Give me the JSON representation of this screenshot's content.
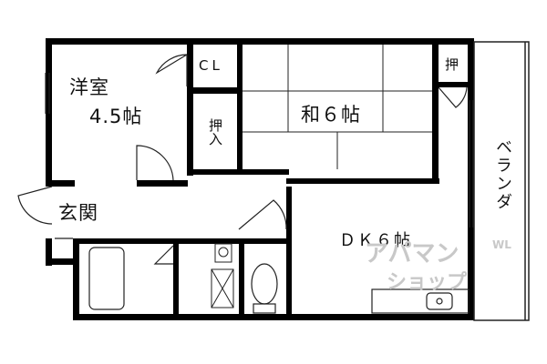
{
  "rooms": {
    "western_room": {
      "name": "洋室",
      "size": "4.5帖"
    },
    "closet_cl": "CL",
    "oshiire_left": "押入",
    "oshiire_small": "押",
    "japanese_room": "和６帖",
    "entrance": "玄関",
    "dining_kitchen": "ＤＫ６帖",
    "balcony": "ベランダ"
  },
  "watermark": {
    "main_top": "アパマン",
    "main_bottom": "ショップ",
    "small": "WL"
  },
  "colors": {
    "wall": "#000000",
    "line": "#222222",
    "watermark": "#c8c8c8"
  }
}
